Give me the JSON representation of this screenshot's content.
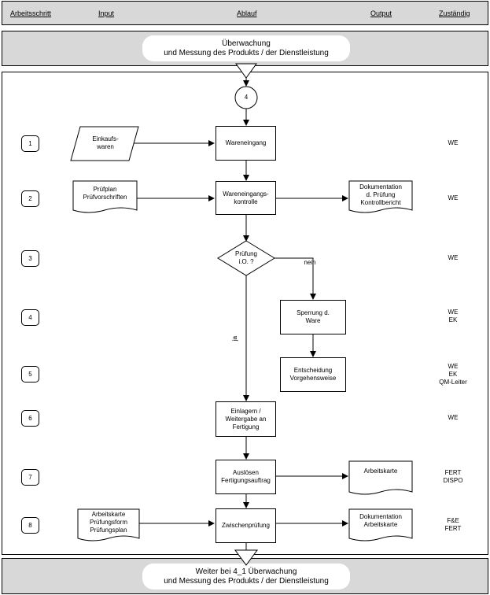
{
  "header": {
    "arbeitsschritt": "Arbeitsschritt",
    "input": "Input",
    "ablauf": "Ablauf",
    "output": "Output",
    "zustaendig": "Zuständig"
  },
  "top_band": {
    "line1": "Überwachung",
    "line2": "und Messung des Produkts / der Dienstleistung"
  },
  "bottom_band": {
    "line1": "Weiter bei 4_1 Überwachung",
    "line2": "und Messung des Produkts / der Dienstleistung"
  },
  "connector": "4",
  "steps": [
    "1",
    "2",
    "3",
    "4",
    "5",
    "6",
    "7",
    "8"
  ],
  "responsibles": [
    [
      "WE"
    ],
    [
      "WE"
    ],
    [
      "WE"
    ],
    [
      "WE",
      "EK"
    ],
    [
      "WE",
      "EK",
      "QM-Leiter"
    ],
    [
      "WE"
    ],
    [
      "FERT",
      "DISPO"
    ],
    [
      "F&E",
      "FERT"
    ]
  ],
  "process": {
    "wareneingang": [
      "Wareneingang"
    ],
    "kontrolle": [
      "Wareneingangs-",
      "kontrolle"
    ],
    "decision": [
      "Prüfung",
      "i.O. ?"
    ],
    "sperrung": [
      "Sperrung d.",
      "Ware"
    ],
    "entscheidung": [
      "Entscheidung",
      "Vorgehensweise"
    ],
    "einlagern": [
      "Einlagern /",
      "Weitergabe an",
      "Fertigung"
    ],
    "ausloesen": [
      "Auslösen",
      "Fertigungsauftrag"
    ],
    "zwischen": [
      "Zwischenprüfung"
    ]
  },
  "inputs": {
    "einkaufswaren": [
      "Einkaufs-",
      "waren"
    ],
    "pruefplan": [
      "Prüfplan",
      "Prüfvorschriften"
    ],
    "arbeitskarte": [
      "Arbeitskarte",
      "Prüfungsform",
      "Prüfungsplan"
    ]
  },
  "outputs": {
    "doku1": [
      "Dokumentation",
      "d. Prüfung",
      "Kontrollbericht"
    ],
    "arbeitskarte": [
      "Arbeitskarte"
    ],
    "doku2": [
      "Dokumentation",
      "Arbeitskarte"
    ]
  },
  "edge_labels": {
    "nein": "nein",
    "ja": "ja"
  }
}
